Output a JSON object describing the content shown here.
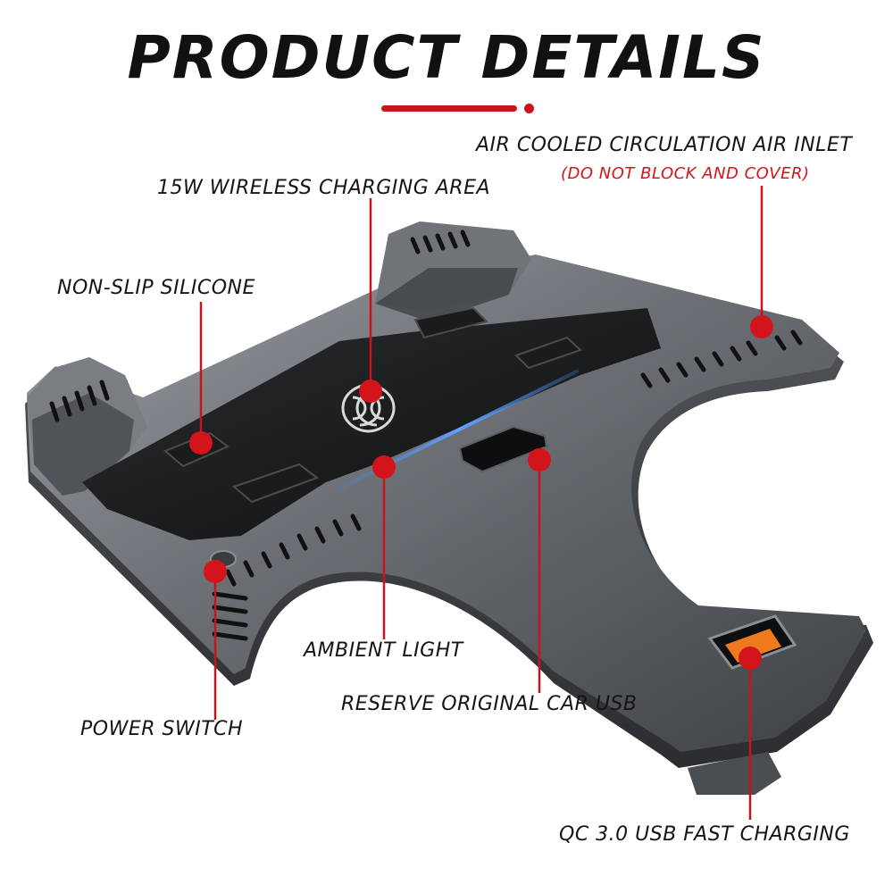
{
  "title": "PRODUCT DETAILS",
  "accent_color": "#c8151b",
  "labels": {
    "air_inlet": "AIR COOLED CIRCULATION AIR INLET",
    "air_inlet_note": "(DO NOT BLOCK AND COVER)",
    "wireless_area": "15W WIRELESS CHARGING AREA",
    "non_slip": "NON-SLIP SILICONE",
    "ambient_light": "AMBIENT LIGHT",
    "reserve_usb": "RESERVE ORIGINAL CAR USB",
    "power_switch": "POWER SWITCH",
    "qc_usb": "QC 3.0 USB FAST CHARGING"
  },
  "icons": {
    "charging": "wireless-charging-icon"
  }
}
